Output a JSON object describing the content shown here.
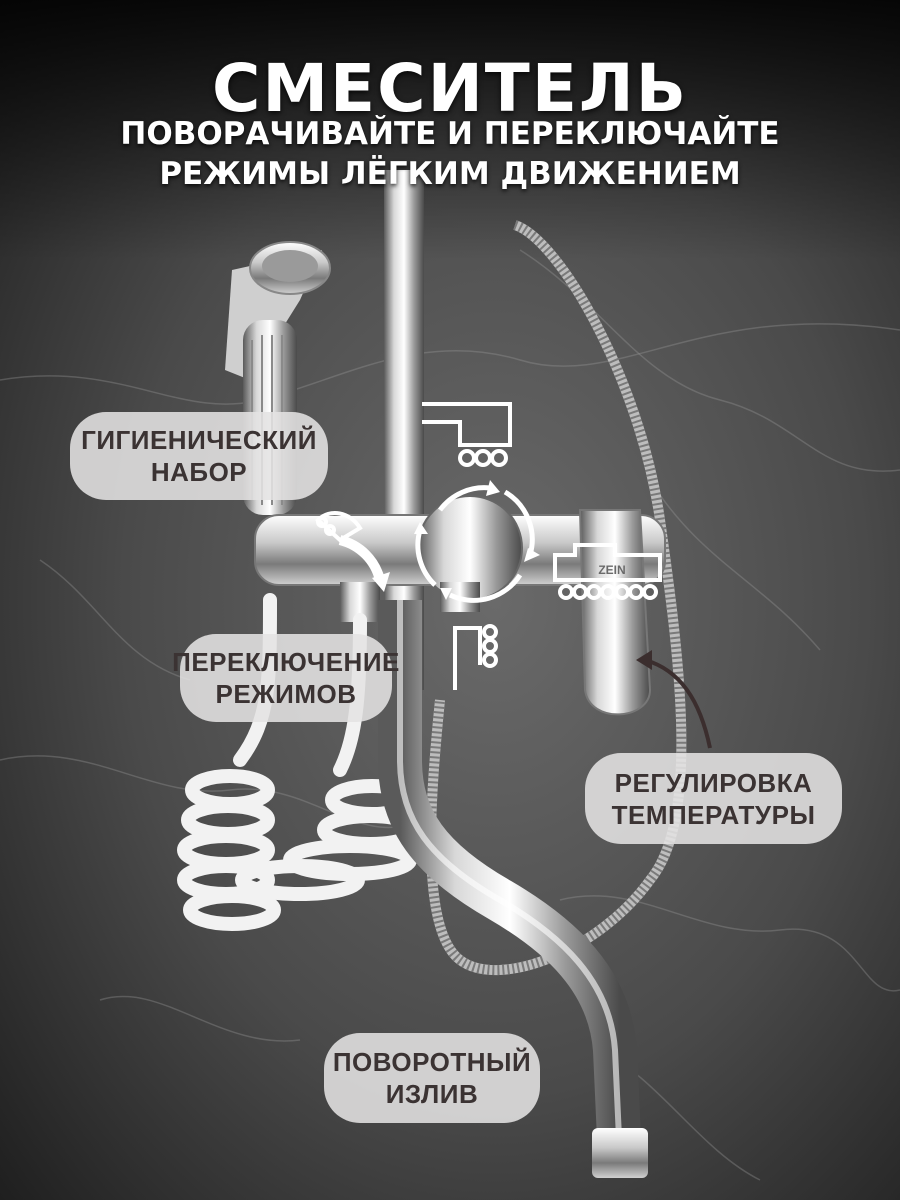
{
  "header": {
    "title": "СМЕСИТЕЛЬ",
    "subtitle_line1": "ПОВОРАЧИВАЙТЕ И ПЕРЕКЛЮЧАЙТЕ",
    "subtitle_line2": "РЕЖИМЫ ЛЁГКИМ ДВИЖЕНИЕМ"
  },
  "labels": {
    "hygienic_set": [
      "ГИГИЕНИЧЕСКИЙ",
      "НАБОР"
    ],
    "mode_switch": [
      "ПЕРЕКЛЮЧЕНИЕ",
      "РЕЖИМОВ"
    ],
    "temperature": [
      "РЕГУЛИРОВКА",
      "ТЕМПЕРАТУРЫ"
    ],
    "swivel_spout": [
      "ПОВОРОТНЫЙ",
      "ИЗЛИВ"
    ]
  },
  "brand_mark": "ZEIN",
  "colors": {
    "background": "#3a3a3a",
    "label_pill": "#e4e2e2",
    "label_text": "#3b3333",
    "title_text": "#ffffff",
    "arrow": "#3b2e2e"
  }
}
